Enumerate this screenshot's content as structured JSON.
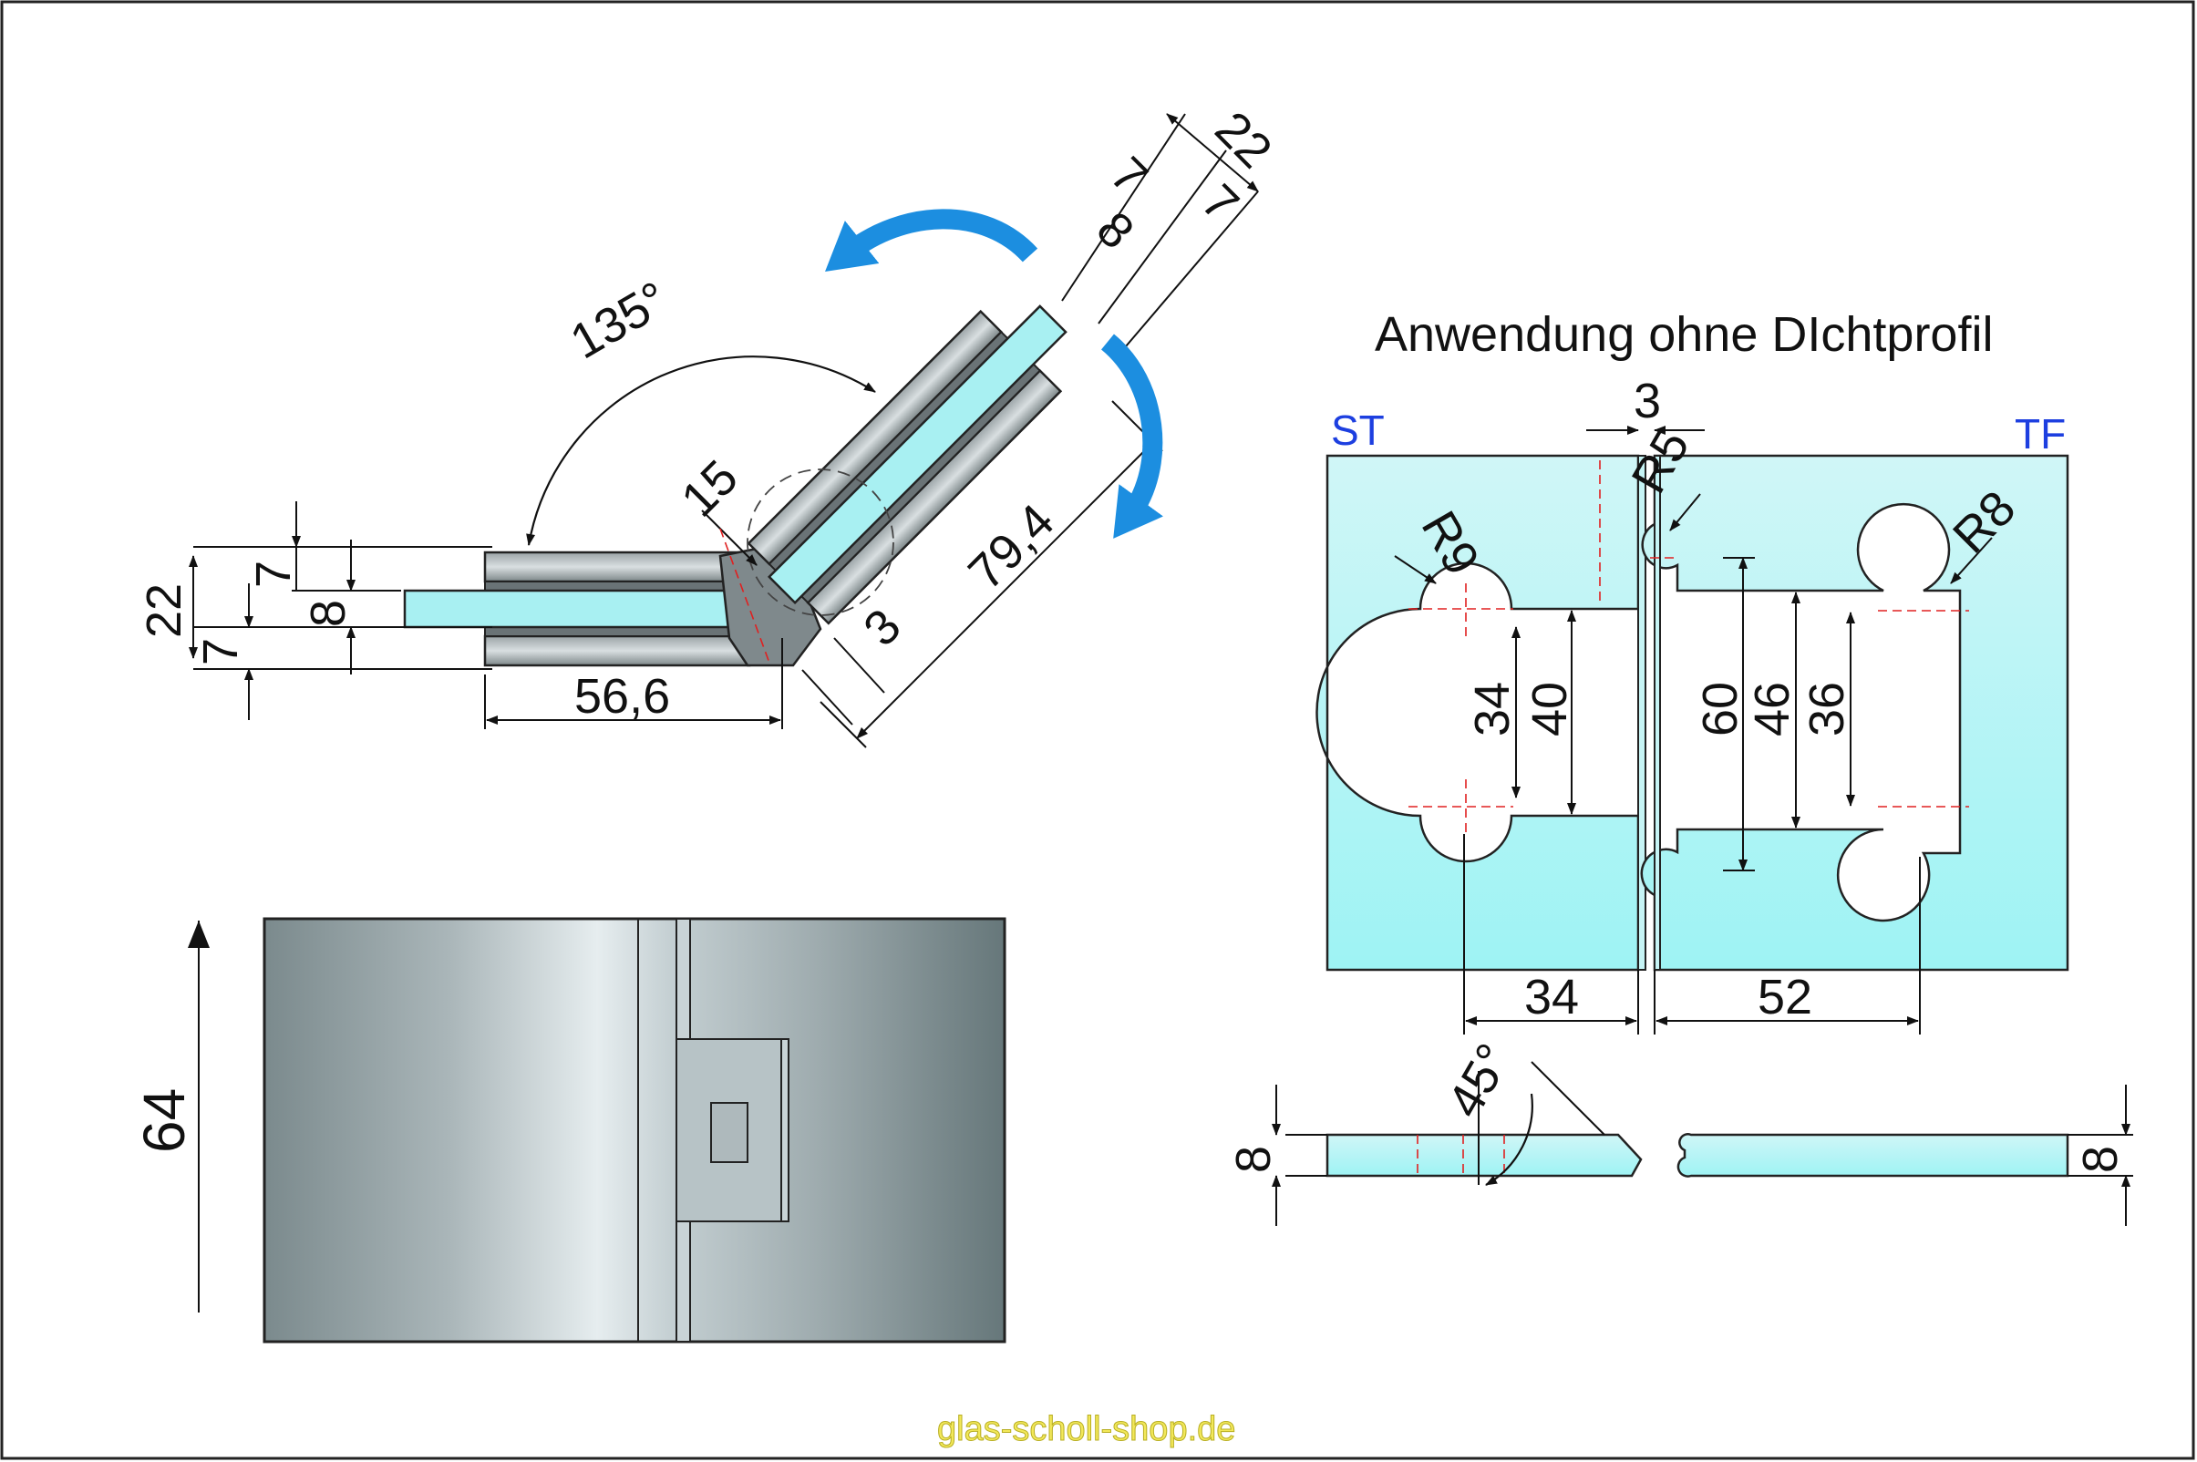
{
  "section_title": "Anwendung ohne DIchtprofil",
  "tags": {
    "left": "ST",
    "right": "TF"
  },
  "top_view": {
    "angle": "135°",
    "overall_height": "22",
    "clamp_wall": "7",
    "glass_thickness": "8",
    "clamp_wall_bottom": "7",
    "offset_15": "15",
    "length_left": "56,6",
    "length_right": "79,4",
    "gap": "3",
    "right_overall": "22",
    "right_wall_a": "7",
    "right_glass": "8",
    "right_wall_b": "7"
  },
  "front_view": {
    "height": "64"
  },
  "cutout": {
    "gap": "3",
    "radius_small": "R5",
    "radius_left": "R9",
    "radius_right": "R8",
    "left_inner": "34",
    "left_outer": "40",
    "right_outer": "60",
    "right_mid": "46",
    "right_inner": "36",
    "left_width": "34",
    "right_width": "52"
  },
  "edge_view": {
    "angle": "45°",
    "thickness_left": "8",
    "thickness_right": "8"
  },
  "watermark": "glas-scholl-shop.de"
}
